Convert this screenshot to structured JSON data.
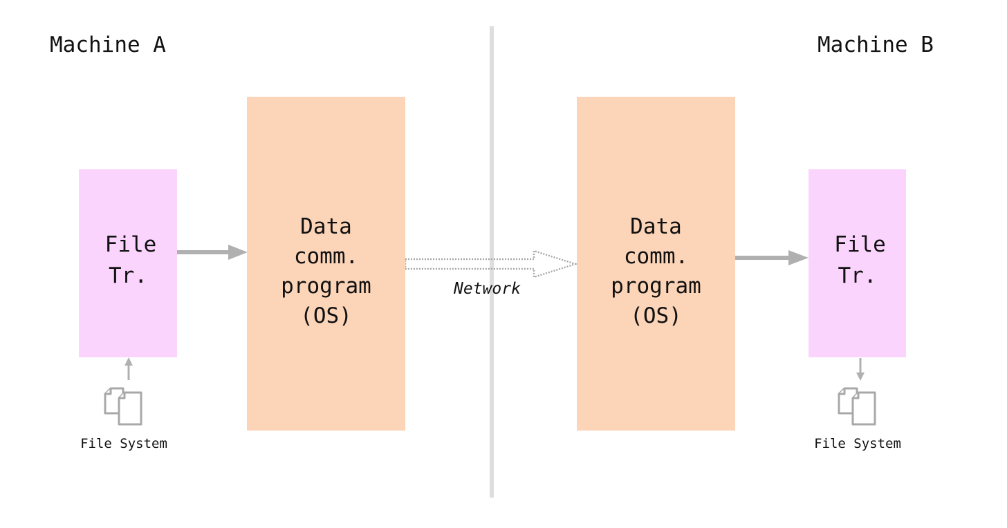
{
  "machines": [
    {
      "title": "Machine A",
      "os_box": {
        "lines": [
          "Data",
          "comm.",
          "program",
          "(OS)"
        ]
      },
      "file_transfer": {
        "lines": [
          "File",
          "Tr."
        ]
      },
      "file_system": {
        "label": "File System",
        "icon": "documents-icon"
      }
    },
    {
      "title": "Machine B",
      "os_box": {
        "lines": [
          "Data",
          "comm.",
          "program",
          "(OS)"
        ]
      },
      "file_transfer": {
        "lines": [
          "File",
          "Tr."
        ]
      },
      "file_system": {
        "label": "File System",
        "icon": "documents-icon"
      }
    }
  ],
  "network": {
    "label": "Network"
  },
  "colors": {
    "os_box": "#fcd4b8",
    "file_transfer_box": "#fad4fc",
    "arrow": "#b0b0b0",
    "divider": "#dedede",
    "icon": "#a8a8a8"
  }
}
